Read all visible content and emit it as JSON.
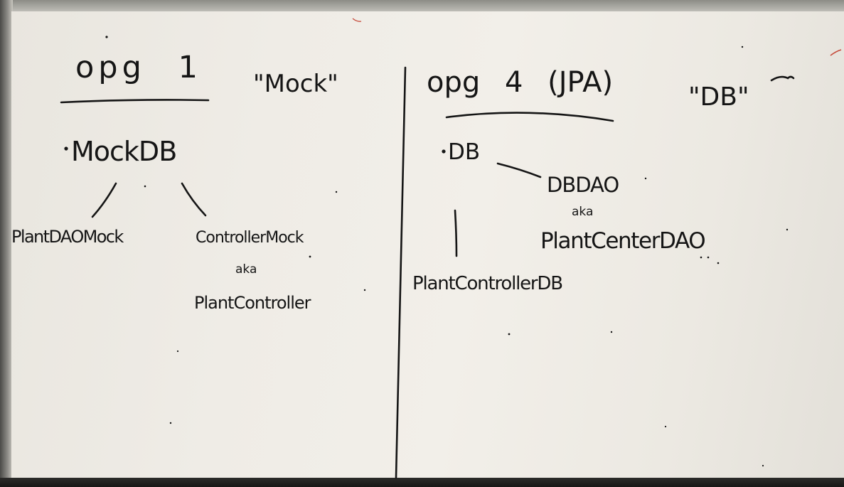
{
  "left_section": {
    "heading": "opg 1",
    "label": "\"Mock\"",
    "root": "MockDB",
    "child_left": "PlantDAOMock",
    "child_right": "ControllerMock",
    "aka": "aka",
    "child_right_alias": "PlantController"
  },
  "right_section": {
    "heading": "opg 4 (JPA)",
    "label": "\"DB\"",
    "root": "DB",
    "dao": "DBDAO",
    "aka": "aka",
    "dao_alias": "PlantCenterDAO",
    "controller": "PlantControllerDB"
  },
  "colors": {
    "ink": "#151515",
    "board": "#efece6"
  }
}
